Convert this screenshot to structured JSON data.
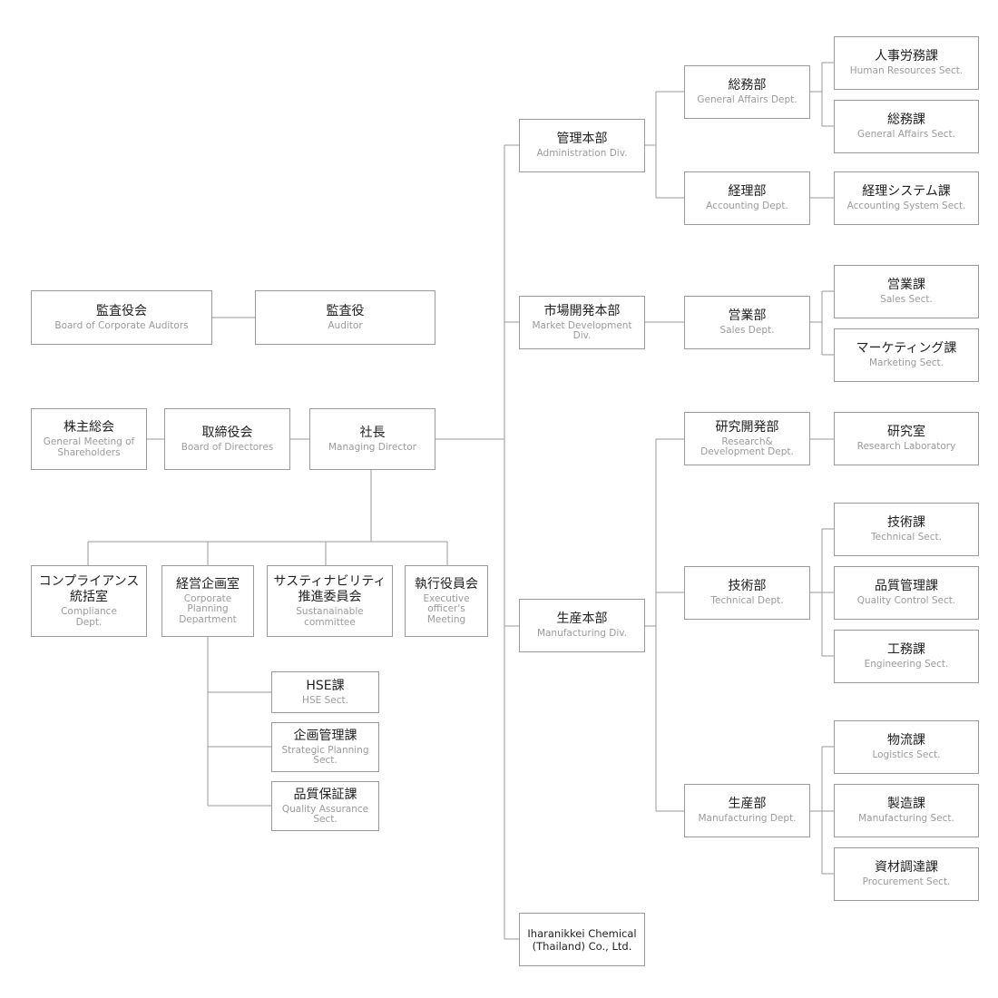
{
  "nodes": {
    "board_of_corporate_auditors": {
      "ja": "監査役会",
      "en": "Board of Corporate Auditors"
    },
    "auditor": {
      "ja": "監査役",
      "en": "Auditor"
    },
    "general_meeting": {
      "ja": "株主総会",
      "en": "General  Meeting of\nShareholders"
    },
    "board_of_directors": {
      "ja": "取締役会",
      "en": "Board of Directores"
    },
    "managing_director": {
      "ja": "社長",
      "en": "Managing Director"
    },
    "compliance": {
      "ja": "コンプライアンス\n統括室",
      "en": "Compliance\nDept."
    },
    "corporate_planning": {
      "ja": "経営企画室",
      "en": "Corporate\nPlanning\nDepartment"
    },
    "sustainability": {
      "ja": "サスティナビリティ\n推進委員会",
      "en": "Sustanainable\ncommittee"
    },
    "executive_officers": {
      "ja": "執行役員会",
      "en": "Executive\nofficer's\nMeeting"
    },
    "hse": {
      "ja": "HSE課",
      "en": "HSE Sect."
    },
    "strategic_planning": {
      "ja": "企画管理課",
      "en": "Strategic Planning\nSect."
    },
    "quality_assurance": {
      "ja": "品質保証課",
      "en": "Quality Assurance\nSect."
    },
    "administration_div": {
      "ja": "管理本部",
      "en": "Administration Div."
    },
    "market_dev_div": {
      "ja": "市場開発本部",
      "en": "Market Development\nDiv."
    },
    "manufacturing_div": {
      "ja": "生産本部",
      "en": "Manufacturing Div."
    },
    "thailand": {
      "ja": "",
      "en": "Iharanikkei Chemical\n(Thailand) Co., Ltd."
    },
    "general_affairs_dept": {
      "ja": "総務部",
      "en": "General Affairs Dept."
    },
    "accounting_dept": {
      "ja": "経理部",
      "en": "Accounting Dept."
    },
    "sales_dept": {
      "ja": "営業部",
      "en": "Sales Dept."
    },
    "rnd_dept": {
      "ja": "研究開発部",
      "en": "Research&\nDevelopment Dept."
    },
    "technical_dept": {
      "ja": "技術部",
      "en": "Technical Dept."
    },
    "manufacturing_dept": {
      "ja": "生産部",
      "en": "Manufacturing Dept."
    },
    "human_resources_sect": {
      "ja": "人事労務課",
      "en": "Human Resources Sect."
    },
    "general_affairs_sect": {
      "ja": "総務課",
      "en": "General Affairs Sect."
    },
    "accounting_system_sect": {
      "ja": "経理システム課",
      "en": "Accounting System Sect."
    },
    "sales_sect": {
      "ja": "営業課",
      "en": "Sales Sect."
    },
    "marketing_sect": {
      "ja": "マーケティング課",
      "en": "Marketing Sect."
    },
    "research_lab": {
      "ja": "研究室",
      "en": "Research Laboratory"
    },
    "technical_sect": {
      "ja": "技術課",
      "en": "Technical Sect."
    },
    "quality_control_sect": {
      "ja": "品質管理課",
      "en": "Quality Control Sect."
    },
    "engineering_sect": {
      "ja": "工務課",
      "en": "Engineering Sect."
    },
    "logistics_sect": {
      "ja": "物流課",
      "en": "Logistics Sect."
    },
    "manufacturing_sect": {
      "ja": "製造課",
      "en": "Manufacturing Sect."
    },
    "procurement_sect": {
      "ja": "資材調達課",
      "en": "Procurement Sect."
    }
  }
}
